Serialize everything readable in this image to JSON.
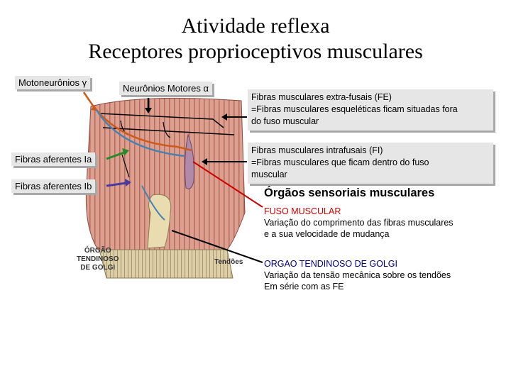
{
  "title": {
    "line1": "Atividade reflexa",
    "line2": "Receptores proprioceptivos musculares"
  },
  "labels": {
    "gamma": "Motoneurônios γ",
    "alpha": "Neurônios Motores α",
    "ia": "Fibras aferentes Ia",
    "ib": "Fibras aferentes Ib"
  },
  "fe": {
    "title": "Fibras musculares extra-fusais (FE)",
    "line1": "=Fibras musculares esqueléticas ficam situadas fora",
    "line2": "do fuso muscular"
  },
  "fi": {
    "title": "Fibras musculares intrafusais (FI)",
    "line1": "=Fibras musculares  que ficam dentro do fuso",
    "line2": "muscular"
  },
  "section": "Órgãos sensoriais musculares",
  "fuso": {
    "title": "FUSO MUSCULAR",
    "line1": "Variação do comprimento das fibras musculares",
    "line2": "e a sua velocidade de mudança"
  },
  "golgi": {
    "title": "ORGAO TENDINOSO DE GOLGI",
    "line1": "Variação da tensão mecânica sobre os tendões",
    "line2": "Em série com as FE"
  },
  "figure": {
    "organ_line1": "ÓRGÃO",
    "organ_line2": "TENDINOSO",
    "organ_line3": "DE GOLGI",
    "tendons": "Tendões"
  },
  "colors": {
    "muscle": "#d9998a",
    "muscle_dark": "#b86a5c",
    "tendon": "#d8c9a0",
    "box_bg": "#e6e6e6",
    "arrow_orange": "#cc5a1a",
    "arrow_green": "#2a8a2a",
    "arrow_blue": "#4a3aa0",
    "heading_red": "#cc0000",
    "heading_navy": "#000080"
  }
}
